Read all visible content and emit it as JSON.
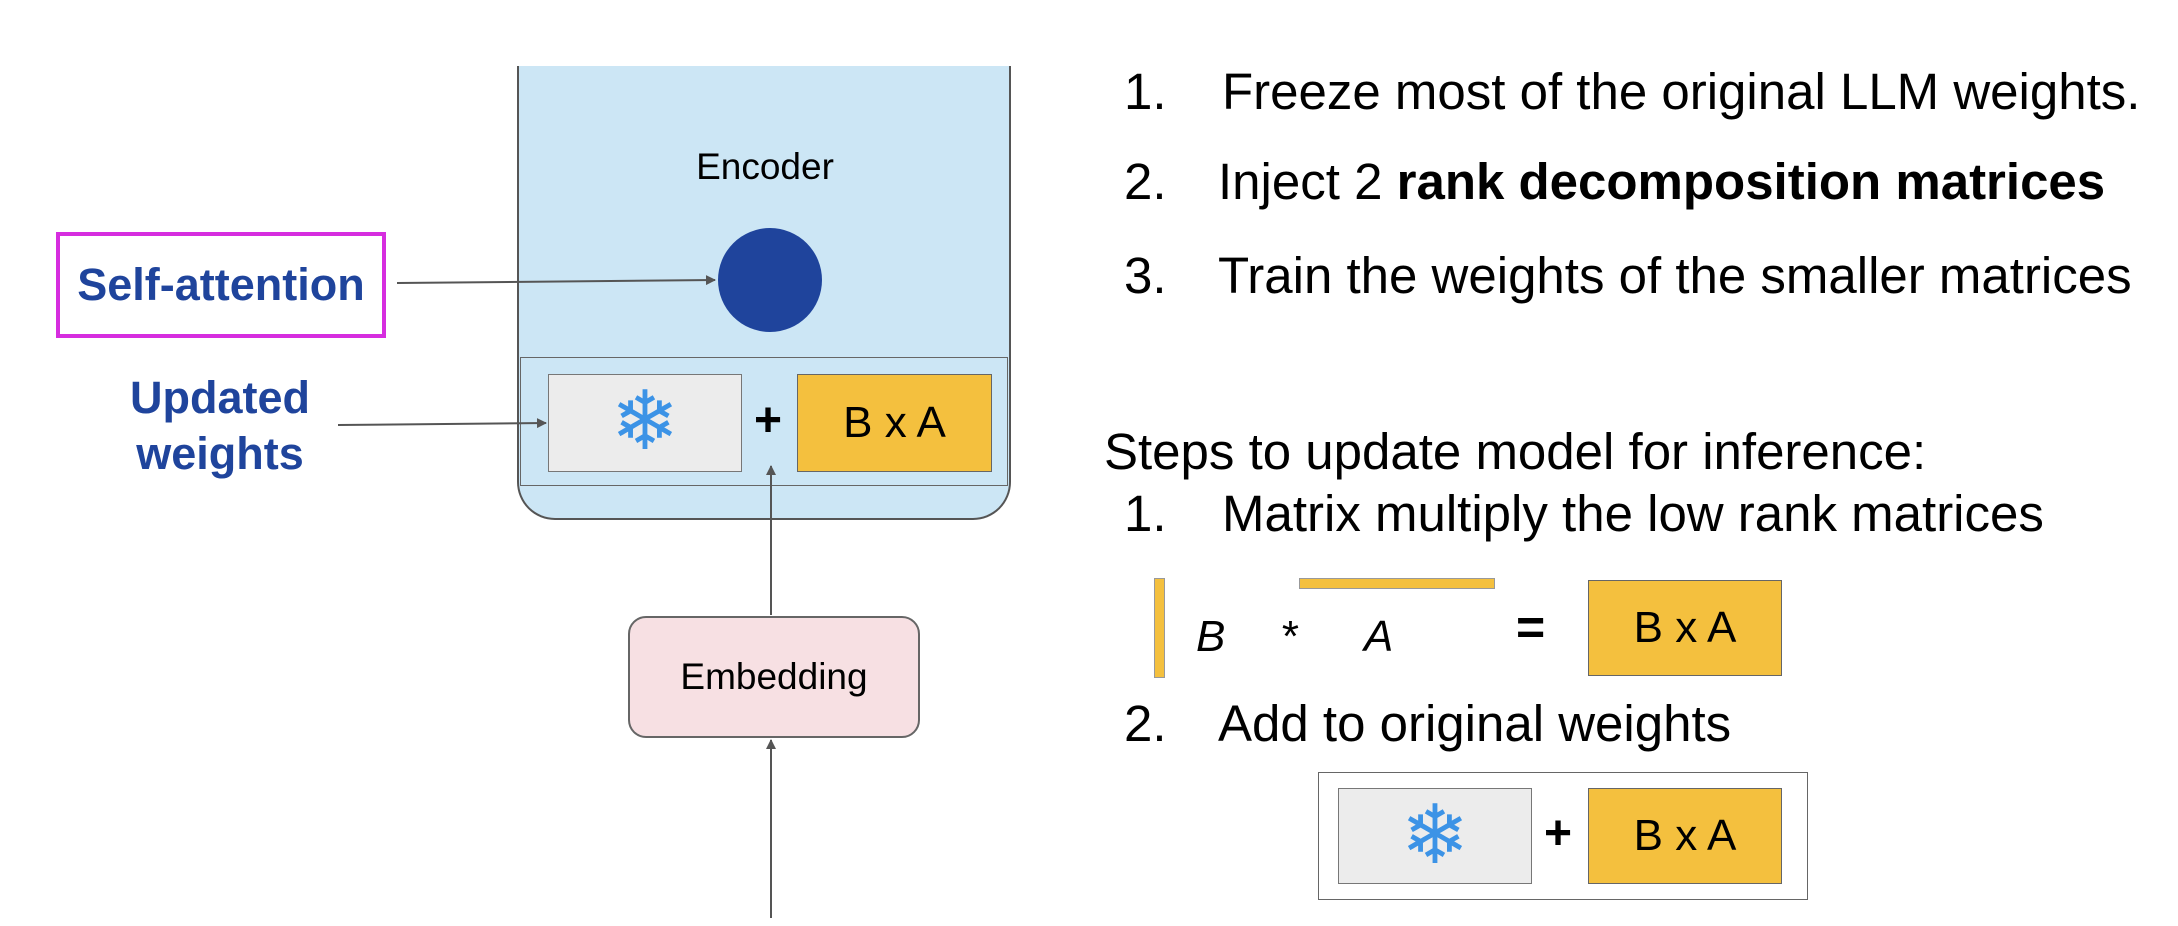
{
  "left_diagram": {
    "encoder_label": "Encoder",
    "self_attention_label": "Self-attention",
    "updated_weights_label": "Updated weights",
    "plus_sign": "+",
    "ba_label": "B x A",
    "embedding_label": "Embedding",
    "snowflake_icon": "❄"
  },
  "steps": [
    {
      "num": "1.",
      "text": "Freeze most of the original LLM weights."
    },
    {
      "num": "2.",
      "text_prefix": "Inject 2 ",
      "text_bold": "rank decomposition matrices"
    },
    {
      "num": "3.",
      "text": "Train the weights of the smaller matrices"
    }
  ],
  "inference": {
    "heading": "Steps to update model for inference:",
    "step1_num": "1.",
    "step1_text": "Matrix multiply the low rank matrices",
    "eq_b": "B",
    "eq_times": "*",
    "eq_a": "A",
    "eq_equals": "=",
    "eq_result": "B x A",
    "step2_num": "2.",
    "step2_text": "Add to original weights",
    "add_plus": "+",
    "add_ba": "B x A"
  },
  "colors": {
    "encoder_bg": "#cce6f5",
    "attention_circle": "#1f449c",
    "label_blue": "#1f449c",
    "self_attention_border": "#d62ddf",
    "ba_fill": "#f4c03e",
    "frozen_fill": "#ececec",
    "embedding_bg": "#f7e0e3",
    "snowflake": "#3c93e6"
  }
}
